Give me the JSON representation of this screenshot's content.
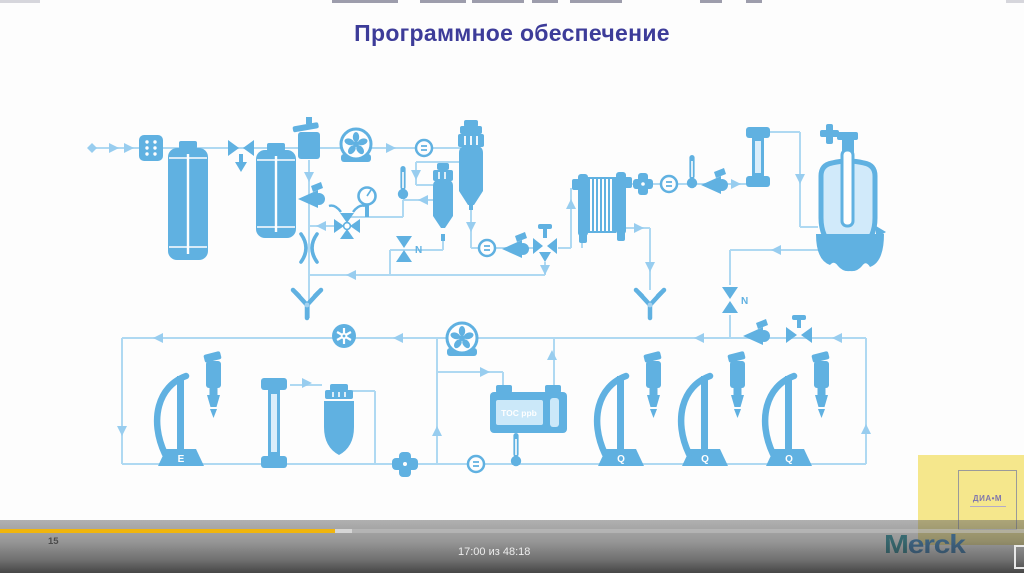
{
  "slide": {
    "title": "Программное обеспечение"
  },
  "diagram": {
    "labels": {
      "toc_display": "TOC ppb",
      "dispenser_e": "E",
      "dispenser_q": "Q",
      "valve_n": "N"
    },
    "accent_color": "#58ade0",
    "line_color": "#abd8f2"
  },
  "player": {
    "slide_number": "15",
    "time_display": "17:00 из 48:18",
    "progress_percent": 32.7
  },
  "branding": {
    "merck_m": "M",
    "merck_rest": "erck",
    "diam": "ДИА•М"
  }
}
